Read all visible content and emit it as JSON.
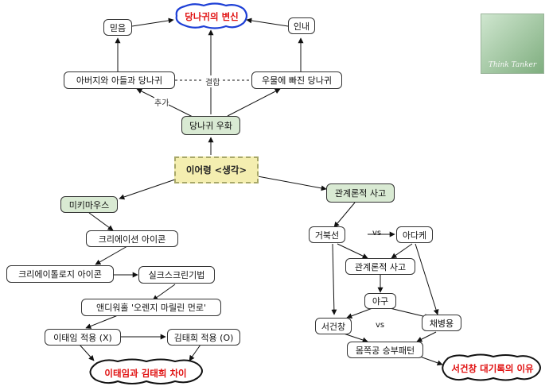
{
  "nodes": {
    "title": "당나귀의 변신",
    "faith": "믿음",
    "patience": "인내",
    "father_son": "아버지와 아들과 당나귀",
    "well_donkey": "우물에 빠진 당나귀",
    "donkey_fable": "당나귀 우화",
    "core": "이어령 <생각>",
    "mickey": "미키마우스",
    "relational_1": "관계론적 사고",
    "creation_icon": "크리에이션 아이콘",
    "geobukseon": "거북선",
    "vs_1": "vs",
    "atakebune": "아다케",
    "creatology_icon": "크리에이톨로지 아이콘",
    "silkscreen": "실크스크린기법",
    "relational_2": "관계론적 사고",
    "warhol": "앤디워홀 '오렌지 마릴린 먼로'",
    "baseball": "야구",
    "seo": "서건창",
    "vs_2": "vs",
    "chae": "채병용",
    "lee_apply": "이태임 적용 (X)",
    "kim_apply": "김태희 적용 (O)",
    "offense_defense": "몸쪽공 승부패턴",
    "lee_kim_diff": "이태임과 김태희 차이",
    "seo_reason": "서건창 대기록의 이유"
  },
  "labels": {
    "combine": "결합",
    "add": "추가"
  },
  "logo": {
    "text": "Think Tanker"
  }
}
